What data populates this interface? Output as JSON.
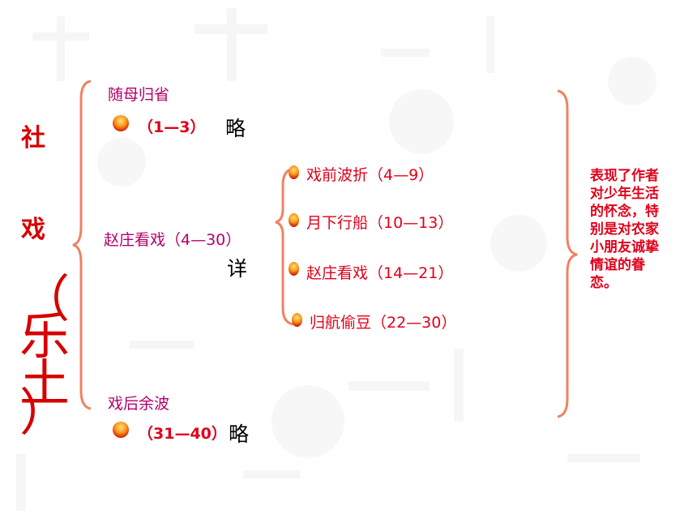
{
  "title_chars": [
    "社",
    "戏"
  ],
  "subtitle_chars": [
    "（",
    "乐",
    "土",
    "）"
  ],
  "sections": [
    {
      "label": "随母归省",
      "range": "（1—3）",
      "note": "略"
    },
    {
      "label": "赵庄看戏（4—30）",
      "note": "详"
    },
    {
      "label": "戏后余波",
      "range": "（31—40）",
      "note": "略"
    }
  ],
  "sub_sections": [
    {
      "label": "戏前波折（4—9）"
    },
    {
      "label": "月下行船（10—13）"
    },
    {
      "label": "赵庄看戏（14—21）"
    },
    {
      "label": "归航偷豆（22—30）"
    }
  ],
  "summary": "表现了作者对少年生活的怀念，特别是对农家小朋友诚挚情谊的眷恋。",
  "colors": {
    "brace": "#f08262",
    "title": "#d60000",
    "section": "#b3006b",
    "subsection": "#e0001a"
  }
}
